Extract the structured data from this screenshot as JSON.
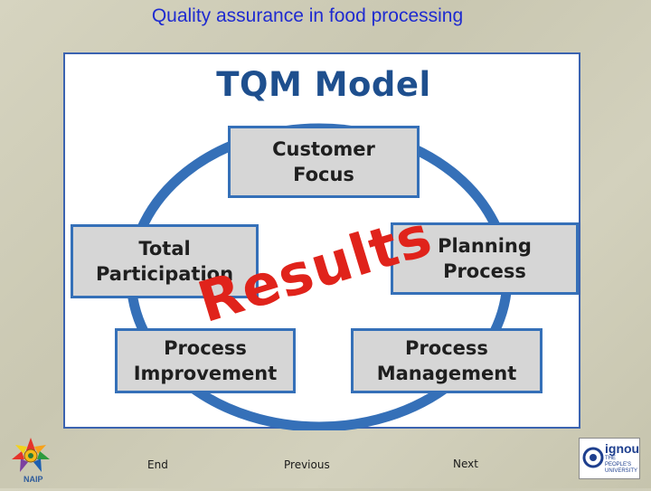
{
  "slide": {
    "title": "Quality assurance in food processing"
  },
  "diagram": {
    "title": "TQM Model",
    "center_text": "Results",
    "nodes": [
      {
        "id": "customer-focus",
        "lines": [
          "Customer",
          "Focus"
        ]
      },
      {
        "id": "planning-process",
        "lines": [
          "Planning",
          "Process"
        ]
      },
      {
        "id": "process-management",
        "lines": [
          "Process",
          "Management"
        ]
      },
      {
        "id": "process-improvement",
        "lines": [
          "Process",
          "Improvement"
        ]
      },
      {
        "id": "total-participation",
        "lines": [
          "Total",
          "Participation"
        ]
      }
    ],
    "colors": {
      "title": "#1e4f8e",
      "ring": "#3570b8",
      "box_fill": "#d6d6d6",
      "results": "#e0231b"
    }
  },
  "footer": {
    "end_label": "End",
    "previous_label": "Previous",
    "next_label": "Next",
    "left_logo": {
      "icon": "naip-sun-logo",
      "text": "NAIP"
    },
    "right_logo": {
      "icon": "ignou-logo",
      "name": "ignou",
      "tagline": "THE PEOPLE'S UNIVERSITY"
    }
  }
}
